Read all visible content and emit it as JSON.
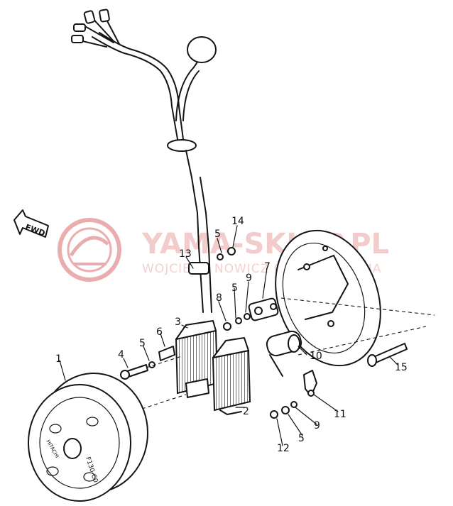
{
  "watermark": {
    "title": "YAMA-SKLEP.PL",
    "subtitle": "WOJCIECH NOWICZ CZĘŚCI YAMAHA",
    "logo_color": "#e8a5a5"
  },
  "direction_label": "FWD",
  "flywheel_marking": "F130-C0",
  "flywheel_brand": "HITACHI",
  "callouts": [
    "1",
    "2",
    "3",
    "4",
    "5",
    "6",
    "7",
    "8",
    "9",
    "5",
    "10",
    "11",
    "9",
    "5",
    "12",
    "13",
    "5",
    "14",
    "15"
  ],
  "colors": {
    "ink": "#141414",
    "background": "#ffffff"
  }
}
